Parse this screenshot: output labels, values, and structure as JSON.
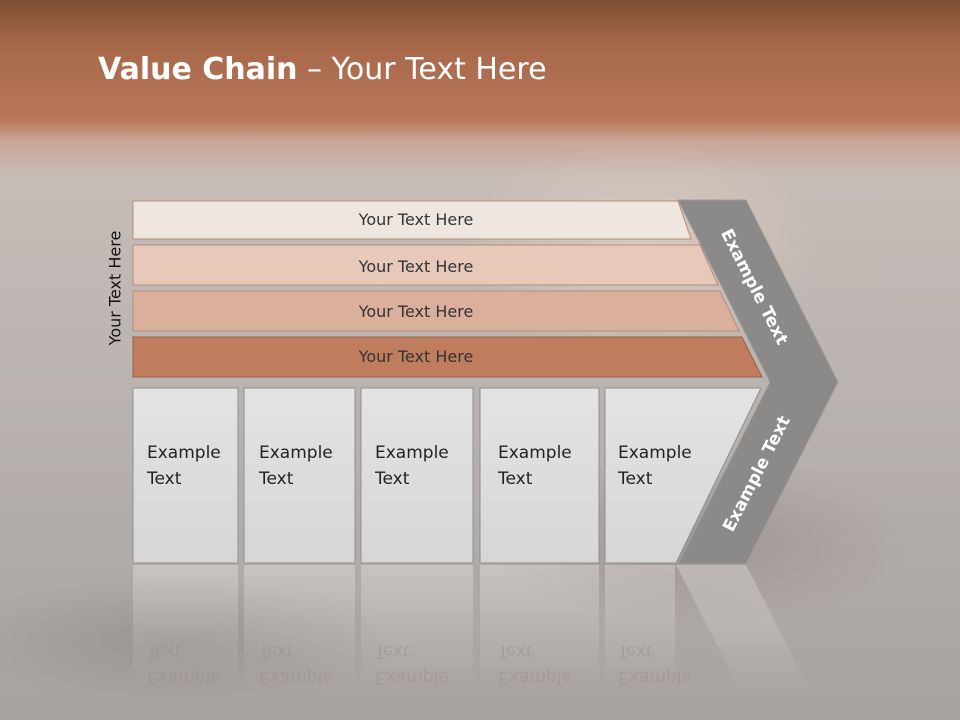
{
  "slide": {
    "title_bold": "Value Chain",
    "title_rest": " – Your Text Here",
    "side_label": "Your Text Here"
  },
  "bars": [
    {
      "label": "Your Text Here",
      "color": "#f0e6e0"
    },
    {
      "label": "Your Text Here",
      "color": "#e6c9b9"
    },
    {
      "label": "Your Text Here",
      "color": "#dab09d"
    },
    {
      "label": "Your Text Here",
      "color": "#c07d5e"
    }
  ],
  "boxes": [
    {
      "line1": "Example",
      "line2": "Text"
    },
    {
      "line1": "Example",
      "line2": "Text"
    },
    {
      "line1": "Example",
      "line2": "Text"
    },
    {
      "line1": "Example",
      "line2": "Text"
    },
    {
      "line1": "Example",
      "line2": "Text"
    }
  ],
  "chevron": {
    "upper_label": "Example Text",
    "lower_label": "Example Text",
    "color": "#8c8a89"
  }
}
